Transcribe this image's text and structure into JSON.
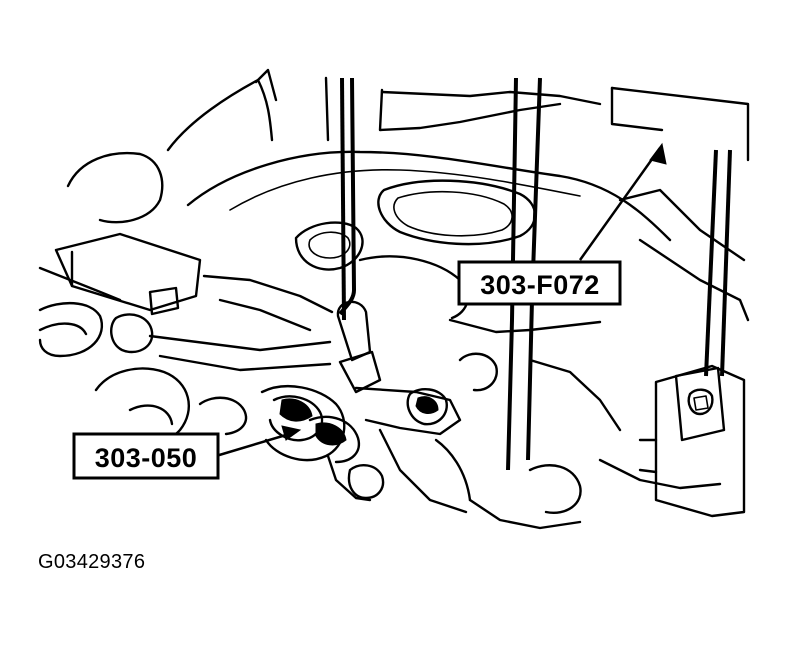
{
  "figure": {
    "callouts": [
      {
        "id": "tool-upper",
        "text": "303-F072"
      },
      {
        "id": "tool-lower",
        "text": "303-050"
      }
    ],
    "figure_id": "G03429376",
    "colors": {
      "line": "#000000",
      "background": "#ffffff"
    }
  }
}
